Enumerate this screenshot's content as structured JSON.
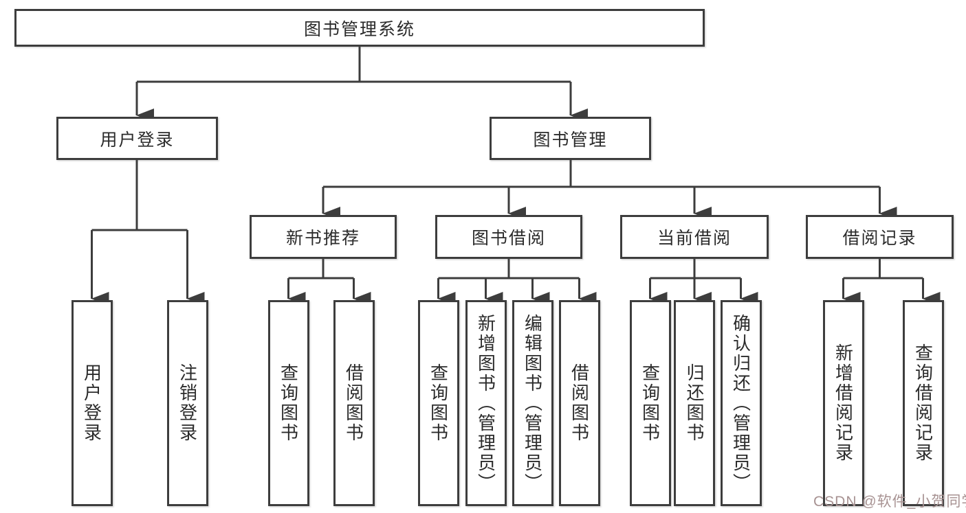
{
  "tree": {
    "root": "图书管理系统",
    "level2": [
      "用户登录",
      "图书管理"
    ],
    "modules": [
      "新书推荐",
      "图书借阅",
      "当前借阅",
      "借阅记录"
    ],
    "user_login_children": [
      "用户登录",
      "注销登录"
    ],
    "new_book_children": [
      "查询图书",
      "借阅图书"
    ],
    "borrow_children": [
      "查询图书",
      "新增图书（管理员）",
      "编辑图书（管理员）",
      "借阅图书"
    ],
    "current_children": [
      "查询图书",
      "归还图书",
      "确认归还（管理员）"
    ],
    "record_children": [
      "新增借阅记录",
      "查询借阅记录"
    ]
  },
  "watermark": "CSDN @软件_小贺同学",
  "colors": {
    "line": "#3d3d3d",
    "text": "#2b2b2b",
    "watermark": "#a79292",
    "background": "#ffffff"
  }
}
